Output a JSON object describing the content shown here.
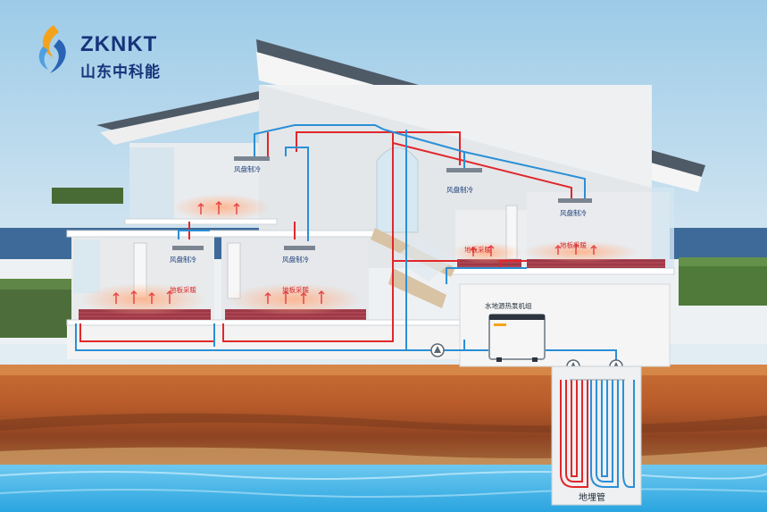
{
  "brand": {
    "name_en": "ZKNKT",
    "name_cn": "山东中科能"
  },
  "labels": {
    "fan_coil_cooling": "风盘制冷",
    "floor_heating": "地板采暖",
    "heat_pump_unit": "水地源热泵机组",
    "ground_pipe": "地埋管"
  },
  "colors": {
    "hot_pipe": "#e2262a",
    "cold_pipe": "#2b8fd6",
    "brand_blue": "#16337a",
    "brand_orange": "#f4a21b"
  }
}
